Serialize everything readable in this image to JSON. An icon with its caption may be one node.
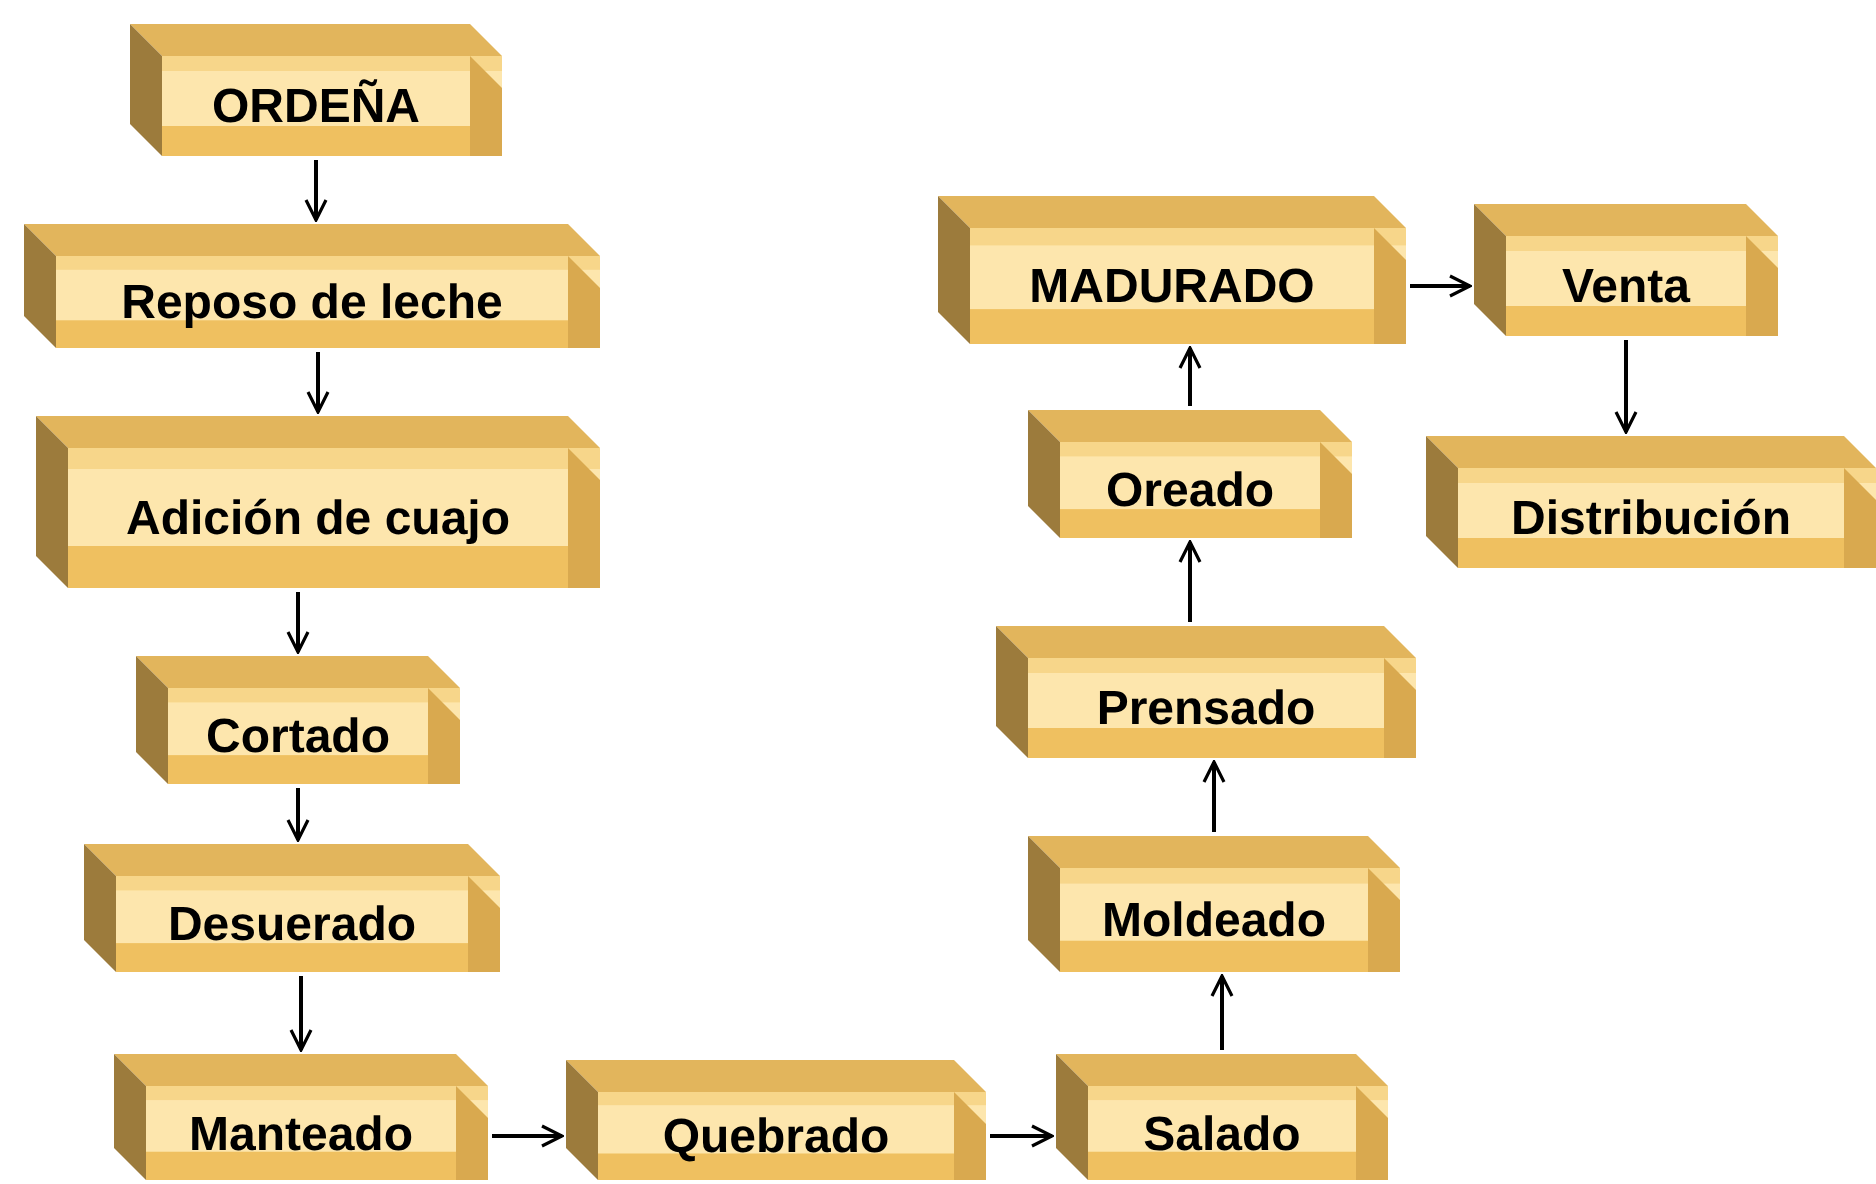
{
  "diagram": {
    "nodes": [
      {
        "text": [
          "ORDEÑA"
        ]
      },
      {
        "text": [
          "Reposo de leche"
        ]
      },
      {
        "text": [
          "Adición de cuajo"
        ]
      },
      {
        "text": [
          "Cortado"
        ]
      },
      {
        "text": [
          "Desuerado"
        ]
      },
      {
        "text": [
          "Manteado"
        ]
      },
      {
        "text": [
          "Quebrado"
        ]
      },
      {
        "text": [
          "Salado"
        ]
      },
      {
        "text": [
          "Moldeado"
        ]
      },
      {
        "text": [
          "Prensado"
        ]
      },
      {
        "text": [
          "Oreado"
        ]
      },
      {
        "text": [
          "MADURADO"
        ]
      },
      {
        "text": [
          "Venta"
        ]
      },
      {
        "text": [
          "Distribución"
        ]
      }
    ],
    "edges": [
      {
        "from": 0,
        "to": 1,
        "arrow": "to"
      },
      {
        "from": 1,
        "to": 2,
        "arrow": "to"
      },
      {
        "from": 2,
        "to": 3,
        "arrow": "to"
      },
      {
        "from": 3,
        "to": 4,
        "arrow": "to"
      },
      {
        "from": 4,
        "to": 5,
        "arrow": "to"
      },
      {
        "from": 5,
        "to": 6,
        "arrow": "to"
      },
      {
        "from": 6,
        "to": 7,
        "arrow": "to"
      },
      {
        "from": 7,
        "to": 8,
        "arrow": "to"
      },
      {
        "from": 8,
        "to": 9,
        "arrow": "to"
      },
      {
        "from": 9,
        "to": 10,
        "arrow": "to"
      },
      {
        "from": 10,
        "to": 11,
        "arrow": "to"
      },
      {
        "from": 11,
        "to": 12,
        "arrow": "to"
      },
      {
        "from": 12,
        "to": 13,
        "arrow": "to"
      }
    ]
  }
}
